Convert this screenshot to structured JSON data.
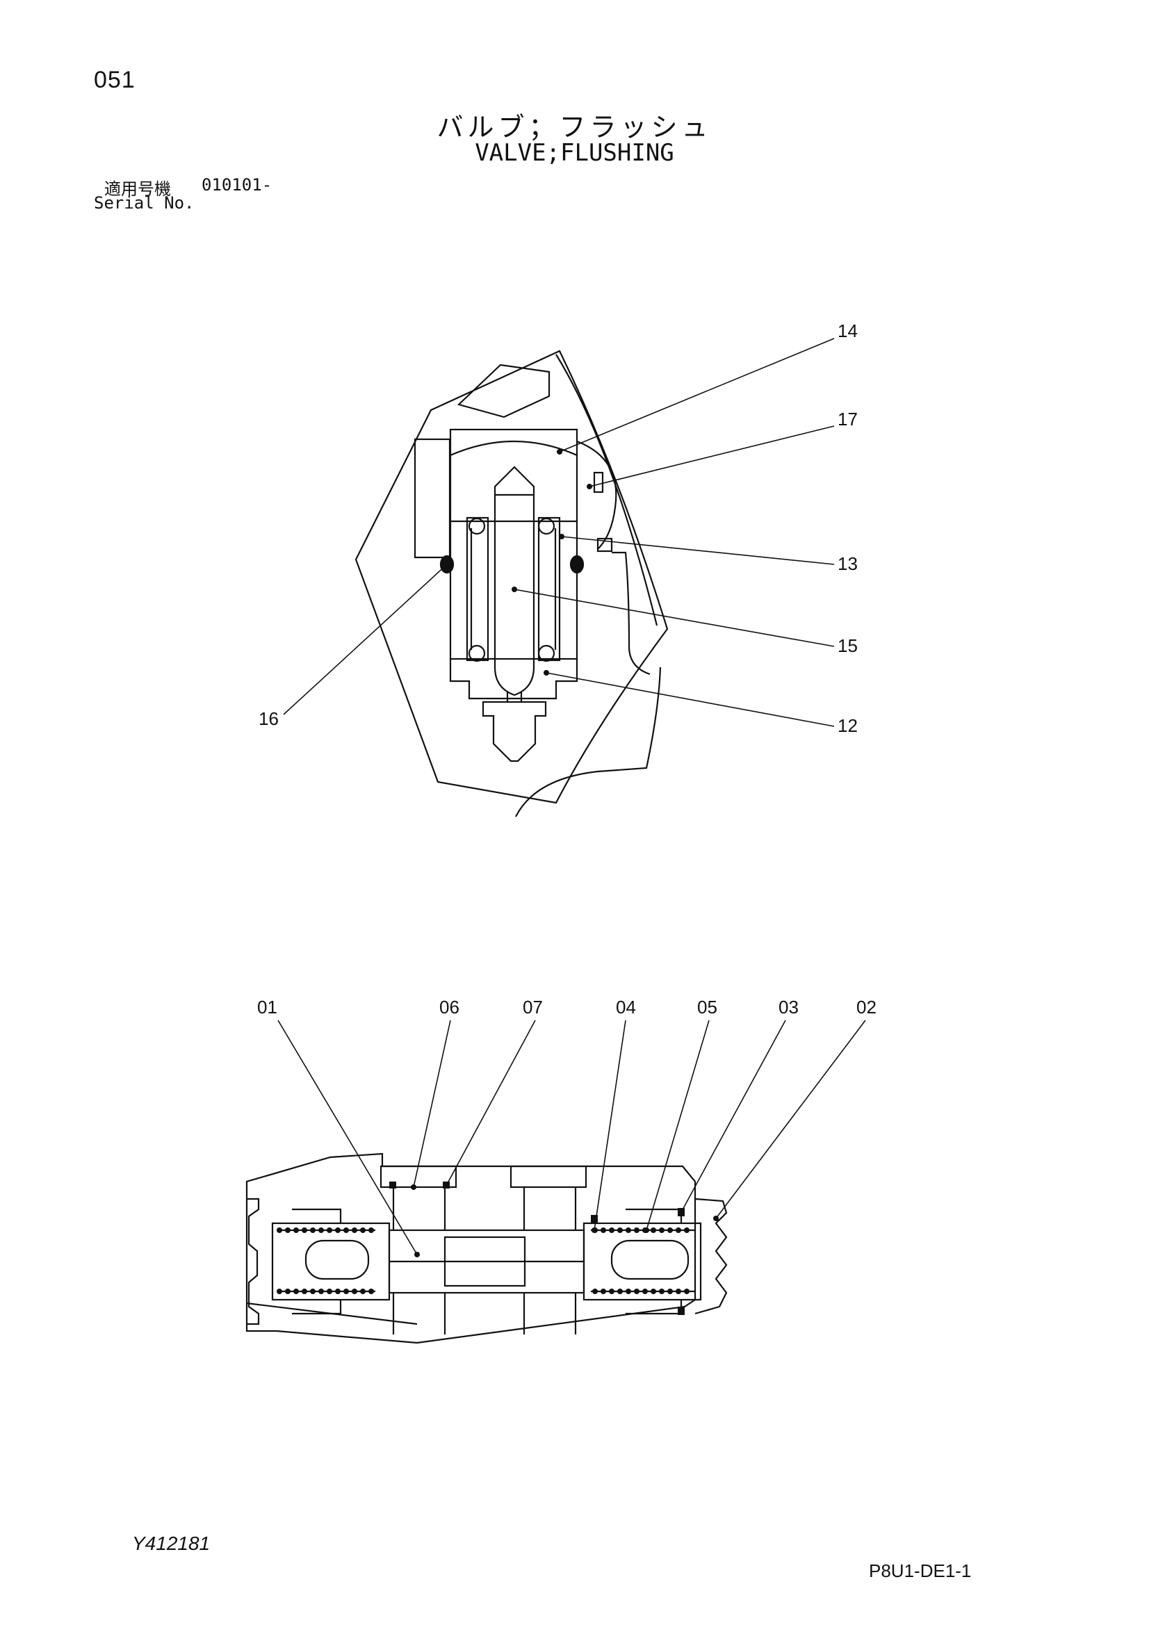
{
  "page_number": "051",
  "title": {
    "japanese": "バルブ；フラッシュ",
    "english": "VALVE;FLUSHING"
  },
  "serial": {
    "label_jp": "適用号機",
    "value": "010101-",
    "label_en": "Serial No."
  },
  "upper_view": {
    "callouts": [
      "14",
      "17",
      "13",
      "15",
      "12",
      "16"
    ]
  },
  "lower_view": {
    "callouts": [
      "01",
      "06",
      "07",
      "04",
      "05",
      "03",
      "02"
    ]
  },
  "figure_code": "Y412181",
  "page_code": "P8U1-DE1-1"
}
